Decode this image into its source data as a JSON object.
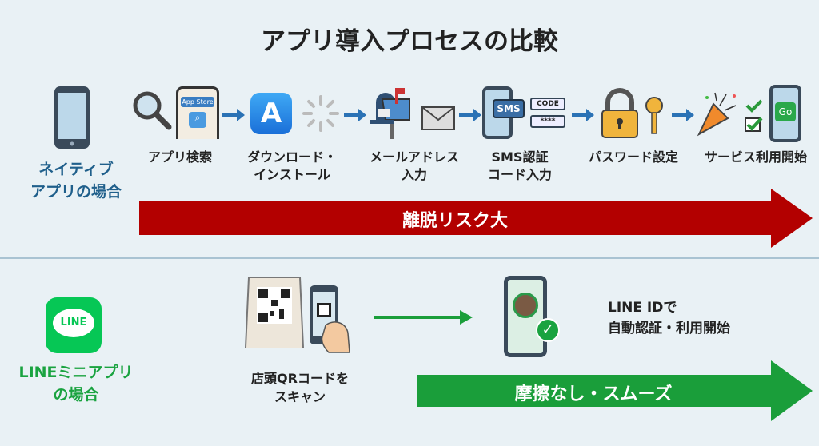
{
  "title": "アプリ導入プロセスの比較",
  "colors": {
    "native": "#1f5f8b",
    "line": "#1aa340",
    "risk": "#b30000",
    "smooth": "#1a9e3a",
    "step_arrow": "#2a72b5"
  },
  "native": {
    "label_line1": "ネイティブ",
    "label_line2": "アプリの場合",
    "app_store_text": "App Store",
    "sms_text": "SMS",
    "code_text": "CODE",
    "mask_text": "****",
    "go_text": "Go",
    "steps": [
      {
        "line1": "アプリ検索",
        "line2": ""
      },
      {
        "line1": "ダウンロード・",
        "line2": "インストール"
      },
      {
        "line1": "メールアドレス",
        "line2": "入力"
      },
      {
        "line1": "SMS認証",
        "line2": "コード入力"
      },
      {
        "line1": "パスワード設定",
        "line2": ""
      },
      {
        "line1": "サービス利用開始",
        "line2": ""
      }
    ],
    "risk_arrow": "離脱リスク大"
  },
  "line_mini": {
    "label_line1": "LINEミニアプリ",
    "label_line2": "の場合",
    "logo_text": "LINE",
    "scan_line1": "店頭QRコードを",
    "scan_line2": "スキャン",
    "auth_line1": "LINE IDで",
    "auth_line2": "自動認証・利用開始",
    "smooth_arrow": "摩擦なし・スムーズ"
  }
}
